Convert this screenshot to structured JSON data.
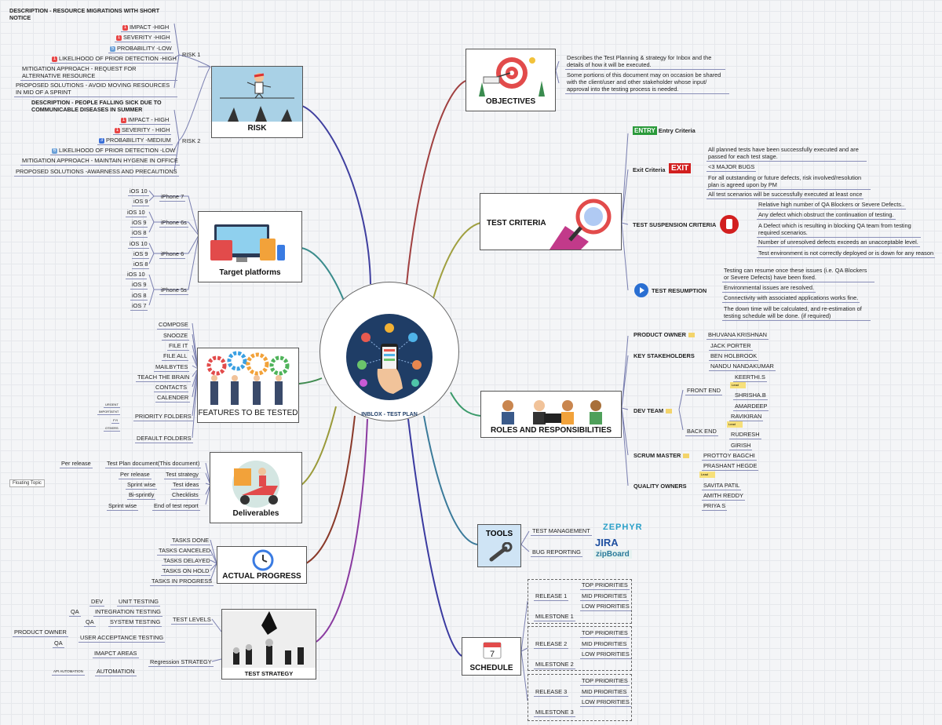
{
  "center": {
    "title": "INBLOX - TEST PLAN"
  },
  "floating_topic": "Floating Topic",
  "risk": {
    "title": "RISK",
    "risk1_label": "RISK 1",
    "risk1_desc": "DESCRIPTION - RESOURCE MIGRATIONS WITH SHORT NOTICE",
    "risk1_items": [
      "IMPACT -HIGH",
      "SEVERITY -HIGH",
      "PROBABILITY -LOW",
      "LIKELIHOOD OF PRIOR DETECTION -HIGH"
    ],
    "risk1_mitigation": "MITIGATION APPROACH - REQUEST FOR ALTERNATIVE RESOURCE",
    "risk1_solution": "PROPOSED SOLUTIONS - AVOID MOVING RESOURCES IN MID OF A SPRINT",
    "risk2_label": "RISK 2",
    "risk2_desc": "DESCRIPTION - PEOPLE FALLING SICK DUE TO COMMUNICABLE DISEASES IN SUMMER",
    "risk2_items": [
      "IMPACT - HIGH",
      "SEVERITY - HIGH",
      "PROBABILITY -MEDIUM",
      "LIKELIHOOD OF PRIOR DETECTION -LOW"
    ],
    "risk2_mitigation": "MITIGATION APPROACH - MAINTAIN HYGENE IN OFFICE",
    "risk2_solution": "PROPOSED SOLUTIONS -AWARNESS AND PRECAUTIONS",
    "badges": [
      "1",
      "1",
      "5",
      "1",
      "1",
      "1",
      "3",
      "6"
    ]
  },
  "platforms": {
    "title": "Target platforms",
    "devices": [
      "iPhone 7",
      "iPhone 6s",
      "iPhone 6",
      "iPhone 5s"
    ],
    "iphone7": [
      "iOS 10",
      "iOS 9"
    ],
    "iphone6s": [
      "iOS 10",
      "iOS 9",
      "iOS 8"
    ],
    "iphone6": [
      "iOS 10",
      "iOS 9",
      "iOS 8"
    ],
    "iphone5s": [
      "iOS 10",
      "iOS 9",
      "iOS 8",
      "iOS 7"
    ]
  },
  "features": {
    "title": "FEATURES TO BE TESTED",
    "items": [
      "COMPOSE",
      "SNOOZE",
      "FILE IT",
      "FILE ALL",
      "MAILBYTES",
      "TEACH THE BRAIN",
      "CONTACTS",
      "CALENDER"
    ],
    "priority": "PRIORITY FOLDERS",
    "priority_sub": [
      "URGENT",
      "IMPORTATNT",
      "FYI",
      "OTHERS"
    ],
    "default": "DEFAULT FOLDERS"
  },
  "deliverables": {
    "title": "Deliverables",
    "rows": [
      {
        "freq": "Per release",
        "item": "Test Plan document(This document)"
      },
      {
        "freq": "Per release",
        "item": "Test strategy"
      },
      {
        "freq": "Sprint wise",
        "item": "Test ideas"
      },
      {
        "freq": "Bi-sprintly",
        "item": "Checklists"
      },
      {
        "freq": "Sprint wise",
        "item": "End of test report"
      }
    ]
  },
  "progress": {
    "title": "ACTUAL PROGRESS",
    "items": [
      "TASKS DONE",
      "TASKS CANCELED",
      "TASKS DELAYED",
      "TASKS ON HOLD",
      "TASKS IN PROGRESS"
    ]
  },
  "strategy": {
    "title": "TEST STRATEGY",
    "levels_label": "TEST LEVELS",
    "levels": [
      {
        "who": "DEV",
        "what": "UNIT TESTING"
      },
      {
        "who": "QA",
        "what": "INTEGRATION TESTING"
      },
      {
        "who": "QA",
        "what": "SYSTEM TESTING"
      },
      {
        "who": "",
        "what": "USER ACCEPTANCE TESTING"
      }
    ],
    "uat_who": [
      "PRODUCT OWNER",
      "QA"
    ],
    "regression_label": "Regression STRATEGY",
    "regression": [
      "IMAPCT AREAS",
      "AUTOMATION"
    ],
    "automation_sub": "API AUTOMATION"
  },
  "objectives": {
    "title": "OBJECTIVES",
    "texts": [
      "Describes the Test Planning & strategy for Inbox and the details of how it will be executed.",
      "Some portions of this document may on occasion be shared with the client/user and other stakeholder whose input/ approval into the testing process is needed."
    ]
  },
  "criteria": {
    "title": "TEST CRITERIA",
    "entry_badge": "ENTRY",
    "entry": "Entry Criteria",
    "exit": "Exit Criteria",
    "exit_badge": "EXIT",
    "exit_items": [
      "All planned tests have been successfully executed and are passed for each test stage.",
      "<3 MAJOR BUGS",
      "For all outstanding or future defects, risk involved/resolution plan is agreed upon by PM",
      "All test scenarios will be successfully executed at least once"
    ],
    "suspension": "TEST SUSPENSION CRITERIA",
    "suspension_items": [
      "Relative high number of QA Blockers or Severe Defects..",
      "Any defect which obstruct the continuation of testing.",
      "A Defect which is resulting in blocking QA team from testing required scenarios.",
      "Number of unresolved defects exceeds an unacceptable level.",
      "Test environment is not correctly deployed or is down for any reason"
    ],
    "resumption": "TEST RESUMPTION",
    "resumption_items": [
      "Testing can resume once these issues (i.e. QA Blockers or Severe Defects) have been fixed.",
      "Environmental issues are resolved.",
      "Connectivity with associated applications works fine.",
      "The down time will be calculated, and re-estimation of testing schedule will be done. (if required)"
    ]
  },
  "roles": {
    "title": "ROLES AND RESPONSIBILITIES",
    "po_label": "PRODUCT OWNER",
    "po": "BHUVANA KRISHNAN",
    "ks_label": "KEY STAKEHOLDERS",
    "ks": [
      "JACK PORTER",
      "BEN HOLBROOK",
      "NANDU NANDAKUMAR"
    ],
    "dev_label": "DEV TEAM",
    "fe_label": "FRONT END",
    "fe": [
      "KEERTHI.S",
      "SHRISHA.B",
      "AMARDEEP"
    ],
    "be_label": "BACK END",
    "be": [
      "RAVIKIRAN",
      "RUDRESH",
      "GIRISH"
    ],
    "sm_label": "SCRUM MASTER",
    "sm": "PROTTOY BAGCHI",
    "qo_label": "QUALITY OWNERS",
    "qo": [
      "PRASHANT HEGDE",
      "SAVITA PATIL",
      "AMITH REDDY",
      "PRIYA S"
    ],
    "lead": "Lead"
  },
  "tools": {
    "title": "TOOLS",
    "items": [
      "TEST MANAGEMENT",
      "BUG REPORTING"
    ],
    "logos": [
      "ZEPHYR",
      "JIRA",
      "zipBoard"
    ]
  },
  "schedule": {
    "title": "SCHEDULE",
    "calendar_day": "7",
    "releases": [
      "RELEASE 1",
      "RELEASE 2",
      "RELEASE 3"
    ],
    "milestones": [
      "MILESTONE 1",
      "MILESTONE 2",
      "MILESTONE 3"
    ],
    "priorities": [
      "TOP PRIORITIES",
      "MID PRIORITIES",
      "LOW PRIORITIES"
    ]
  },
  "colors": {
    "risk": "#3f3f9f",
    "platforms": "#3a8c8c",
    "features": "#3f8a4f",
    "deliverables": "#9a9a3a",
    "progress": "#8a3a2a",
    "strategy": "#8a3aa0",
    "objectives": "#a04040",
    "criteria": "#a0a040",
    "roles": "#3a9a6a",
    "tools": "#3a7a9a",
    "schedule": "#3a3aa0"
  }
}
